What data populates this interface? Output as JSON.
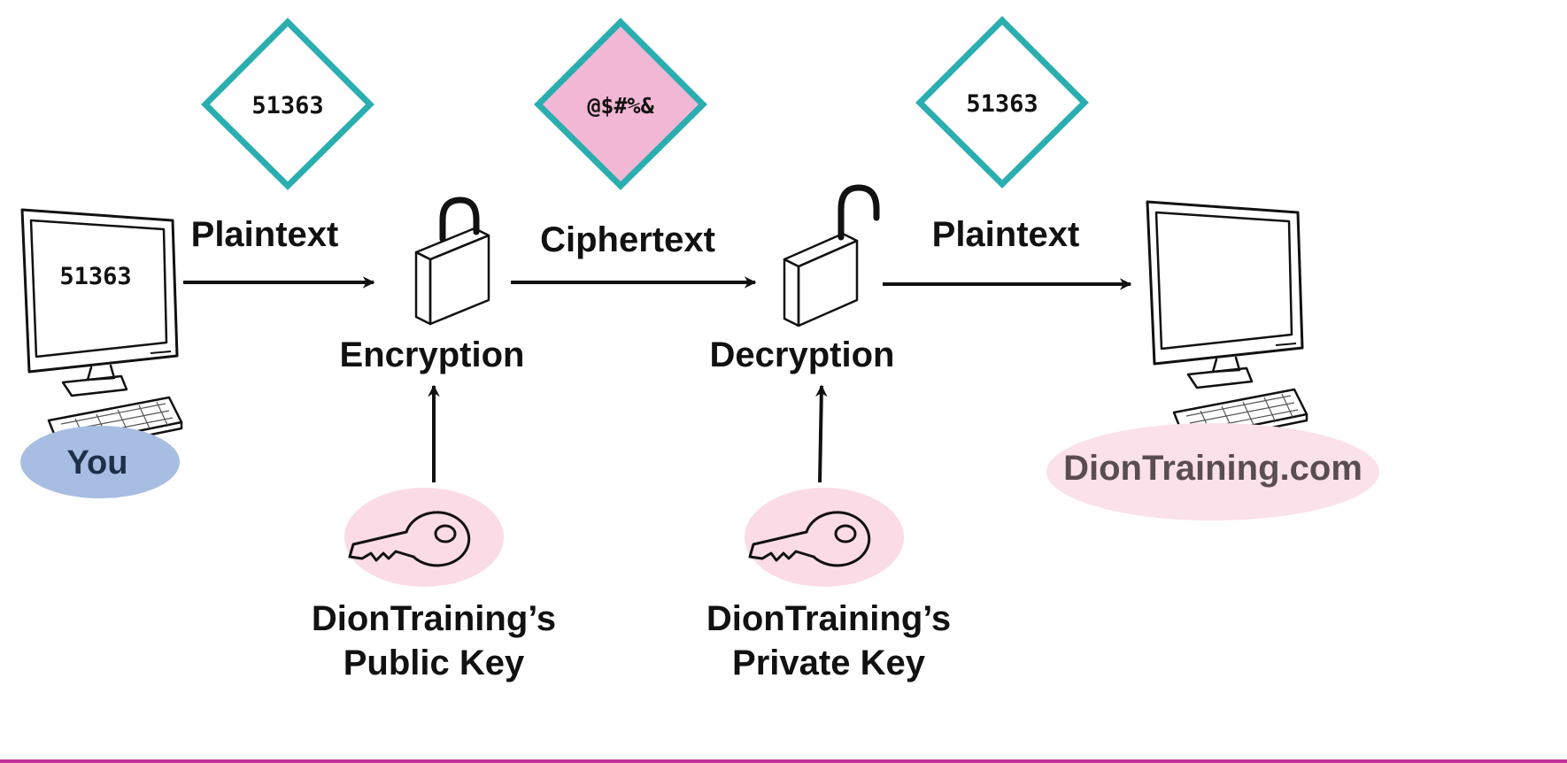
{
  "diagram": {
    "packets": [
      {
        "text": "51363"
      },
      {
        "text": "@$#%&"
      },
      {
        "text": "51363"
      }
    ],
    "flow_labels": [
      "Plaintext",
      "Ciphertext",
      "Plaintext"
    ],
    "sender": {
      "screen_text": "51363",
      "name": "You"
    },
    "receiver": {
      "name": "DionTraining.com"
    },
    "steps": [
      {
        "label": "Encryption",
        "key_line1": "DionTraining’s",
        "key_line2": "Public Key"
      },
      {
        "label": "Decryption",
        "key_line1": "DionTraining’s",
        "key_line2": "Private Key"
      }
    ],
    "colors": {
      "diamond_border": "#2aaeb0",
      "cipher_fill": "#f2b7d5",
      "you_badge": "#a7bde2",
      "you_text": "#1f2f4a",
      "receiver_badge": "#fbe1ea",
      "receiver_text": "#5a4d52",
      "key_badge": "#fbdbe6",
      "bottom_bar": "#c0339a"
    }
  }
}
